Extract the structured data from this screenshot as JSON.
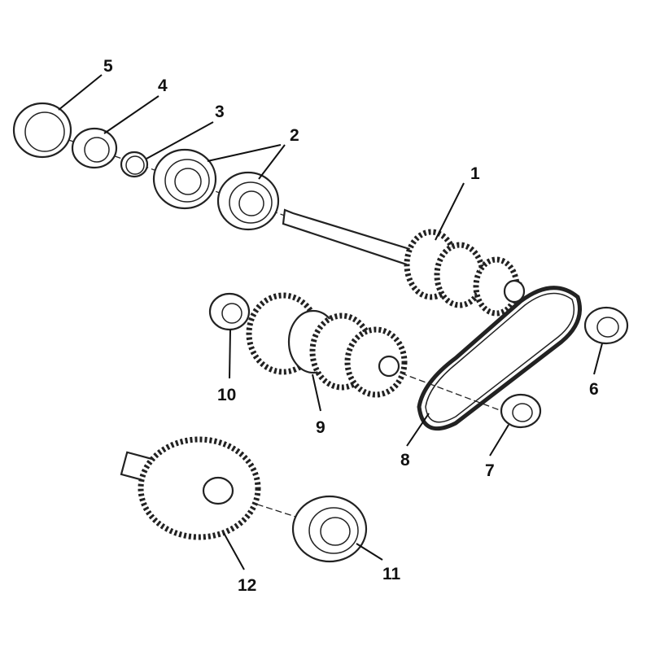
{
  "diagram": {
    "type": "exploded parts diagram",
    "callouts": [
      {
        "number": "1"
      },
      {
        "number": "2"
      },
      {
        "number": "3"
      },
      {
        "number": "4"
      },
      {
        "number": "5"
      },
      {
        "number": "6"
      },
      {
        "number": "7"
      },
      {
        "number": "8"
      },
      {
        "number": "9"
      },
      {
        "number": "10"
      },
      {
        "number": "11"
      },
      {
        "number": "12"
      }
    ]
  }
}
